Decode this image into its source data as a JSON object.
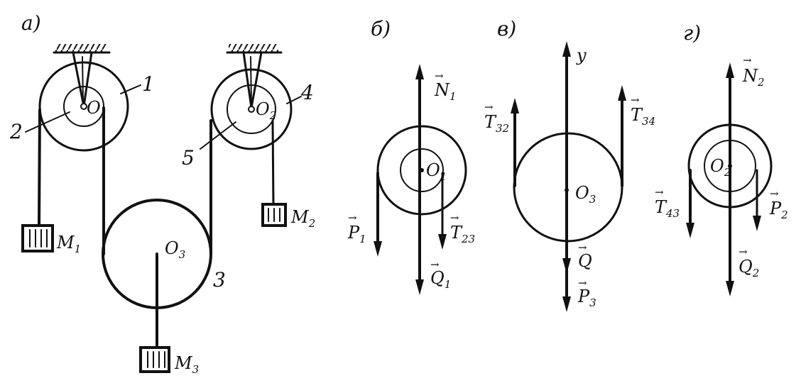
{
  "panels": {
    "a": {
      "tag": "a)",
      "num_1": "1",
      "num_2": "2",
      "num_3": "3",
      "num_4": "4",
      "num_5": "5",
      "o1": "O",
      "o1_sub": "1",
      "o2": "O",
      "o2_sub": "2",
      "o3": "O",
      "o3_sub": "3",
      "m1": "M",
      "m1_sub": "1",
      "m2": "M",
      "m2_sub": "2",
      "m3": "M",
      "m3_sub": "3"
    },
    "b": {
      "tag": "б)",
      "n1": "N",
      "n1_sub": "1",
      "p1": "P",
      "p1_sub": "1",
      "t23": "T",
      "t23_sub": "23",
      "q1": "Q",
      "q1_sub": "1",
      "o1": "O",
      "o1_sub": "1"
    },
    "c": {
      "tag": "в)",
      "y": "y",
      "t32": "T",
      "t32_sub": "32",
      "t34": "T",
      "t34_sub": "34",
      "o3": "O",
      "o3_sub": "3",
      "q": "Q",
      "p3": "P",
      "p3_sub": "3"
    },
    "d": {
      "tag": "г)",
      "n2": "N",
      "n2_sub": "2",
      "o2": "O",
      "o2_sub": "2",
      "t43": "T",
      "t43_sub": "43",
      "p2": "P",
      "p2_sub": "2",
      "q2": "Q",
      "q2_sub": "2"
    }
  }
}
